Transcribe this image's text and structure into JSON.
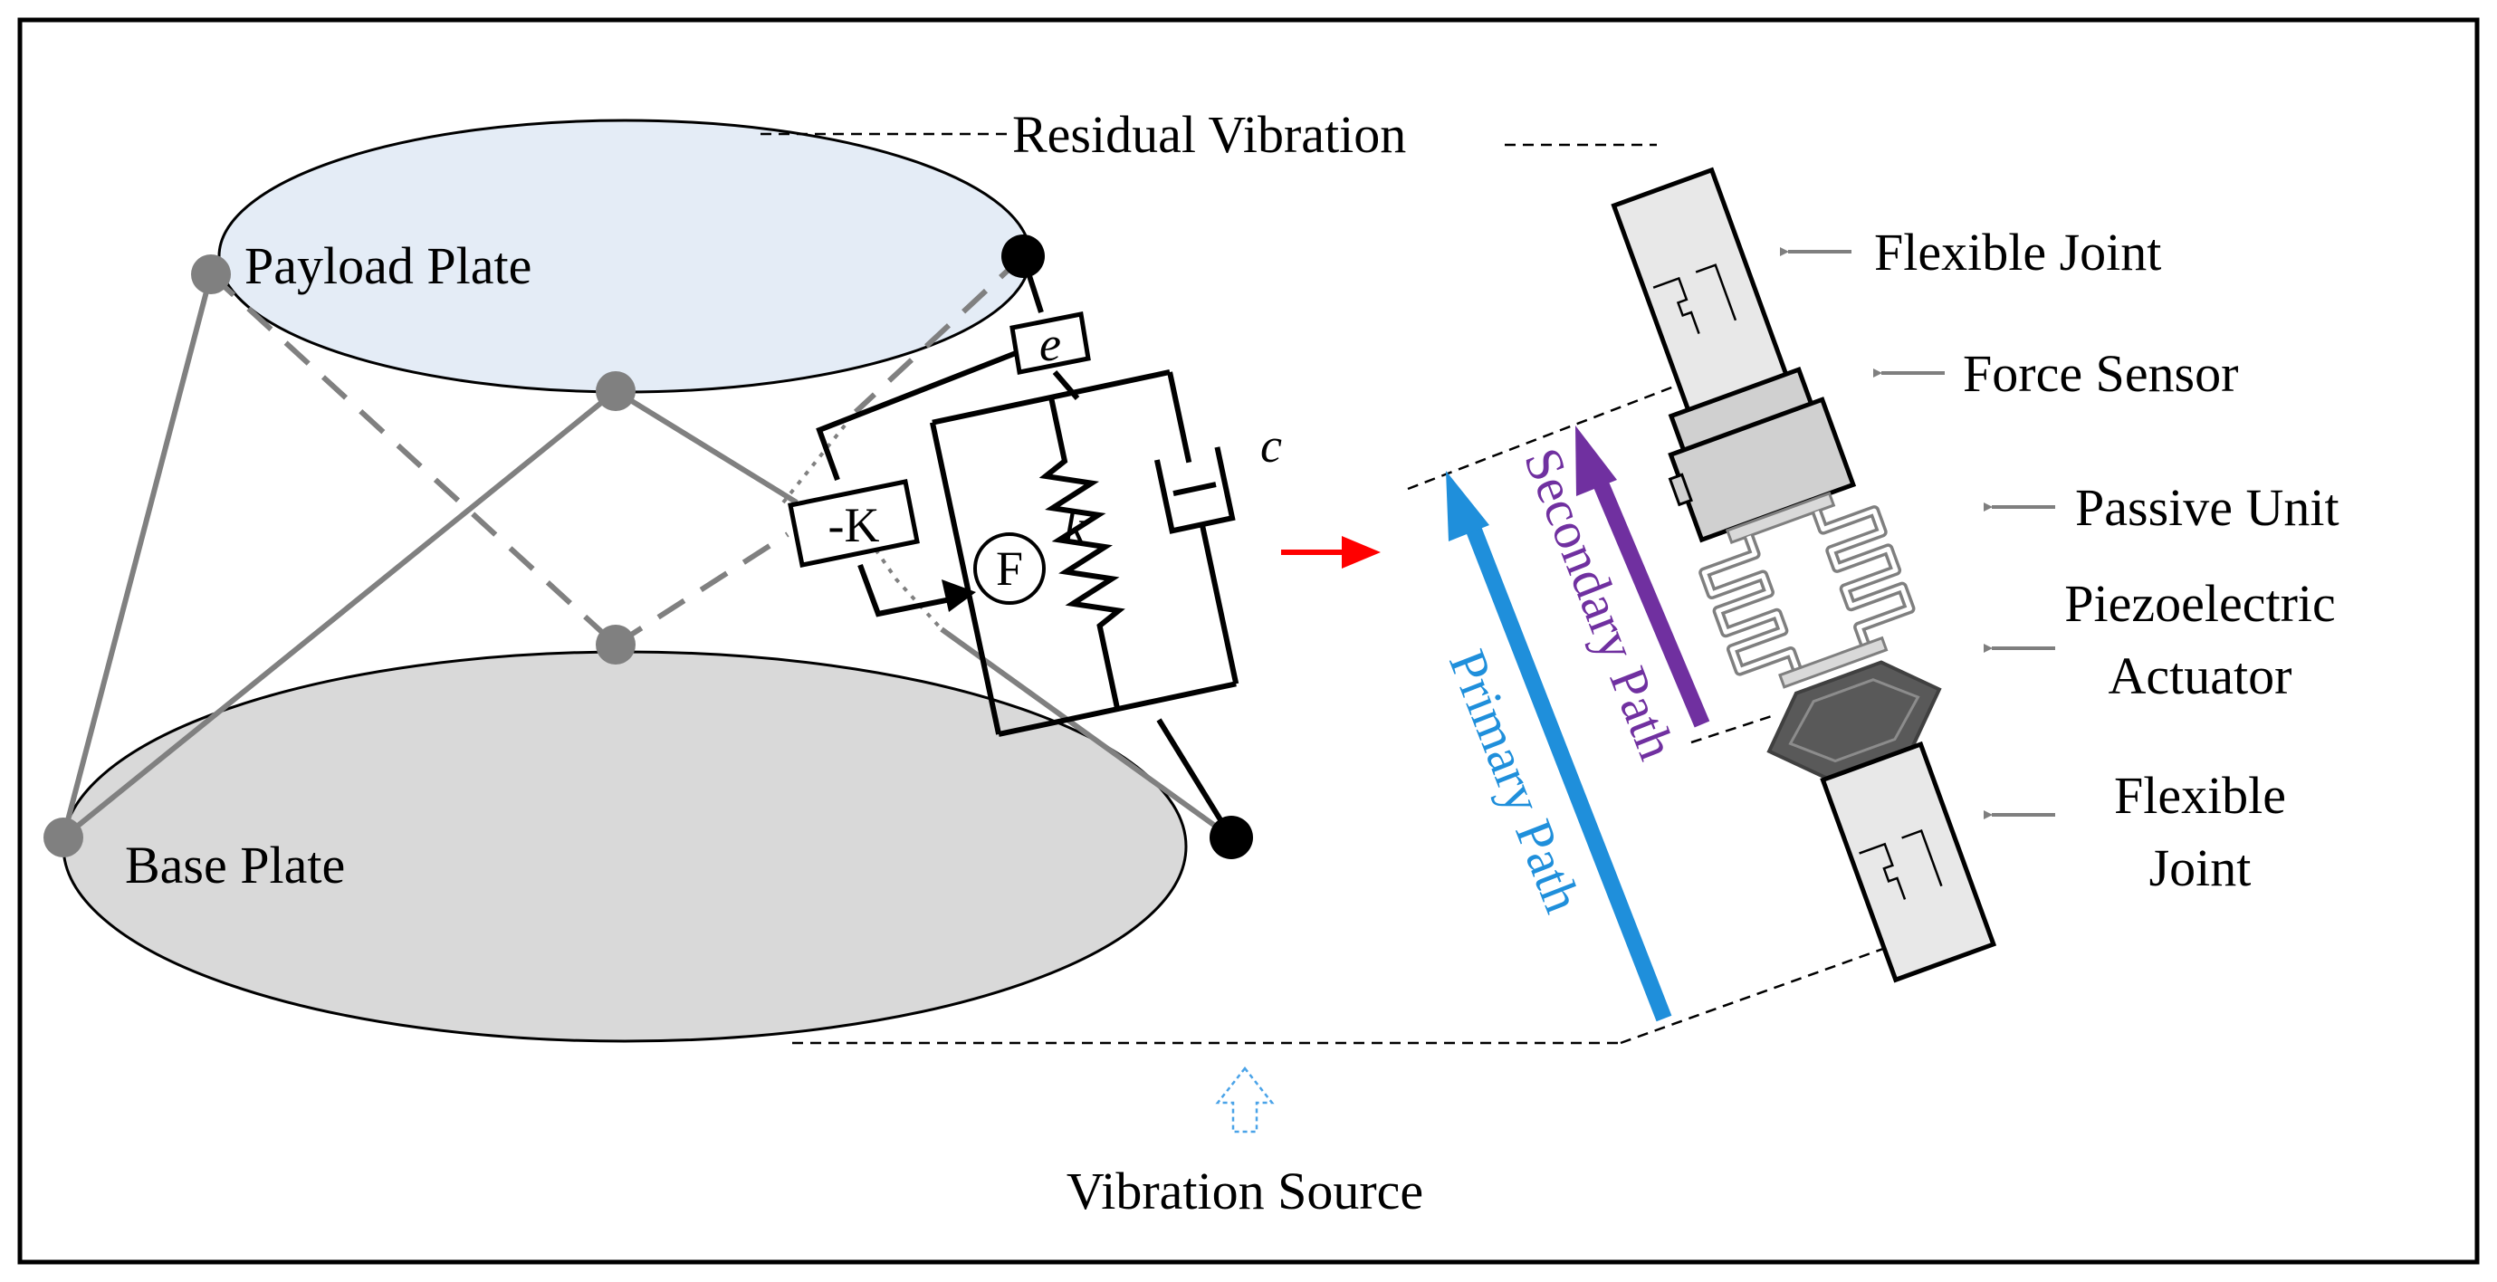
{
  "labels": {
    "payload_plate": "Payload Plate",
    "base_plate": "Base Plate",
    "residual_vibration": "Residual Vibration",
    "vibration_source": "Vibration Source",
    "flexible_joint_top": "Flexible Joint",
    "force_sensor": "Force Sensor",
    "passive_unit": "Passive Unit",
    "piezo_line1": "Piezoelectric",
    "piezo_line2": "Actuator",
    "flexible_joint_bottom_line1": "Flexible",
    "flexible_joint_bottom_line2": "Joint",
    "primary_path": "Primary Path",
    "secondary_path": "Secondary Path"
  },
  "symbols": {
    "error": "e",
    "neg_stiffness": "-K",
    "force": "F",
    "stiffness": "k",
    "damping": "c"
  },
  "colors": {
    "payload_fill": "#e4ecf6",
    "base_fill": "#d9d9d9",
    "primary_path": "#1f8fdb",
    "secondary_path": "#7030a0",
    "transfer_arrow": "#ff0000",
    "source_arrow": "#4aa3e8",
    "node_gray": "#808080",
    "node_black": "#000000",
    "component_light": "#e8e8e8",
    "component_mid": "#d0d0d0",
    "actuator_dark": "#595959"
  }
}
